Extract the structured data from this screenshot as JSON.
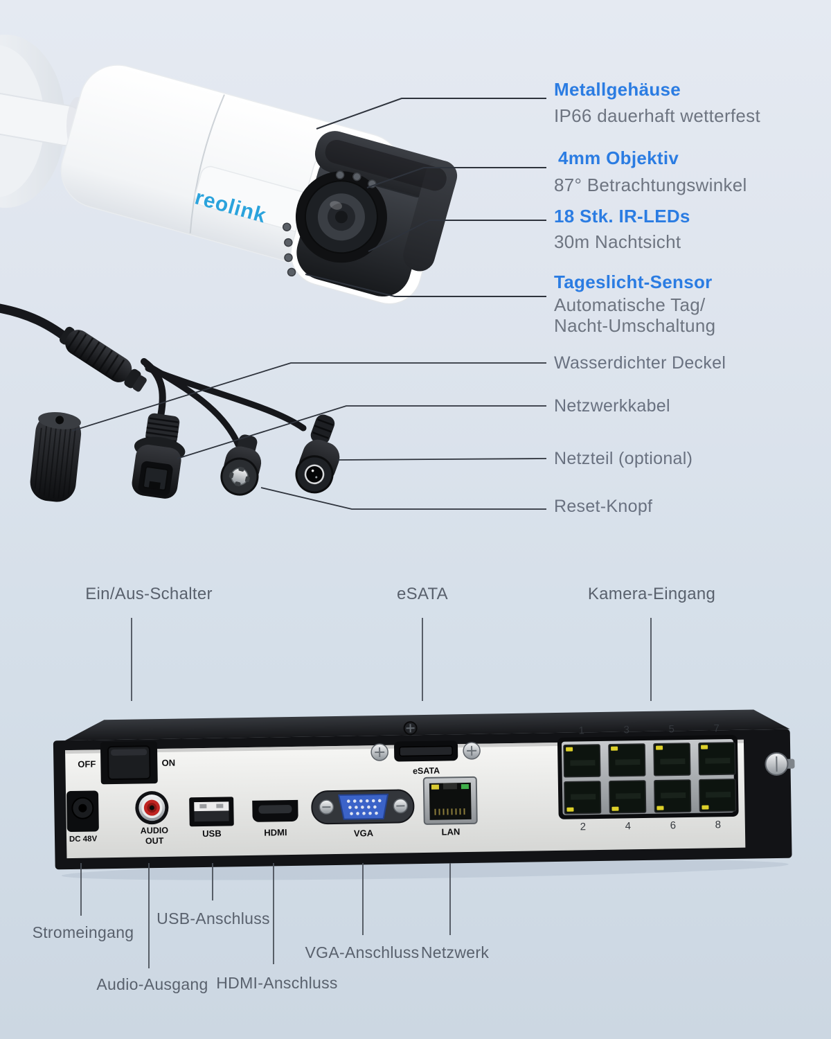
{
  "colors": {
    "accent_blue": "#2b7ce2",
    "text_gray": "#6d7480",
    "label_gray": "#59616d",
    "callout_line": "#2e333c",
    "logo_blue": "#2ba3dc",
    "led_yellow": "#ddd02a",
    "led_green": "#3fae4a",
    "rca_red": "#c02422",
    "vga_blue": "#3b63c8",
    "background_top": "#e5eaf2",
    "background_bottom": "#ccd7e2"
  },
  "camera": {
    "logo": "reolink",
    "callouts": [
      {
        "title": "Metallgehäuse",
        "desc": "IP66 dauerhaft wetterfest"
      },
      {
        "title": "4mm Objektiv",
        "desc": "87° Betrachtungswinkel"
      },
      {
        "title": "18 Stk. IR-LEDs",
        "desc": "30m Nachtsicht"
      },
      {
        "title": "Tageslicht-Sensor",
        "desc": "Automatische Tag/",
        "desc2": "Nacht-Umschaltung"
      }
    ]
  },
  "cables": {
    "callouts": [
      {
        "label": "Wasserdichter Deckel"
      },
      {
        "label": "Netzwerkkabel"
      },
      {
        "label": "Netzteil (optional)"
      },
      {
        "label": "Reset-Knopf"
      }
    ]
  },
  "nvr": {
    "top_callouts": [
      {
        "label": "Ein/Aus-Schalter"
      },
      {
        "label": "eSATA"
      },
      {
        "label": "Kamera-Eingang"
      }
    ],
    "panel": {
      "off": "OFF",
      "on": "ON",
      "dc": "DC 48V",
      "audio_line1": "AUDIO",
      "audio_line2": "OUT",
      "usb": "USB",
      "hdmi": "HDMI",
      "esata": "eSATA",
      "vga": "VGA",
      "lan": "LAN",
      "ports_top": [
        "1",
        "3",
        "5",
        "7"
      ],
      "ports_bottom": [
        "2",
        "4",
        "6",
        "8"
      ]
    },
    "bottom_callouts": [
      {
        "label": "Stromeingang"
      },
      {
        "label": "Audio-Ausgang"
      },
      {
        "label": "USB-Anschluss"
      },
      {
        "label": "HDMI-Anschluss"
      },
      {
        "label": "VGA-Anschluss"
      },
      {
        "label": "Netzwerk"
      }
    ]
  }
}
